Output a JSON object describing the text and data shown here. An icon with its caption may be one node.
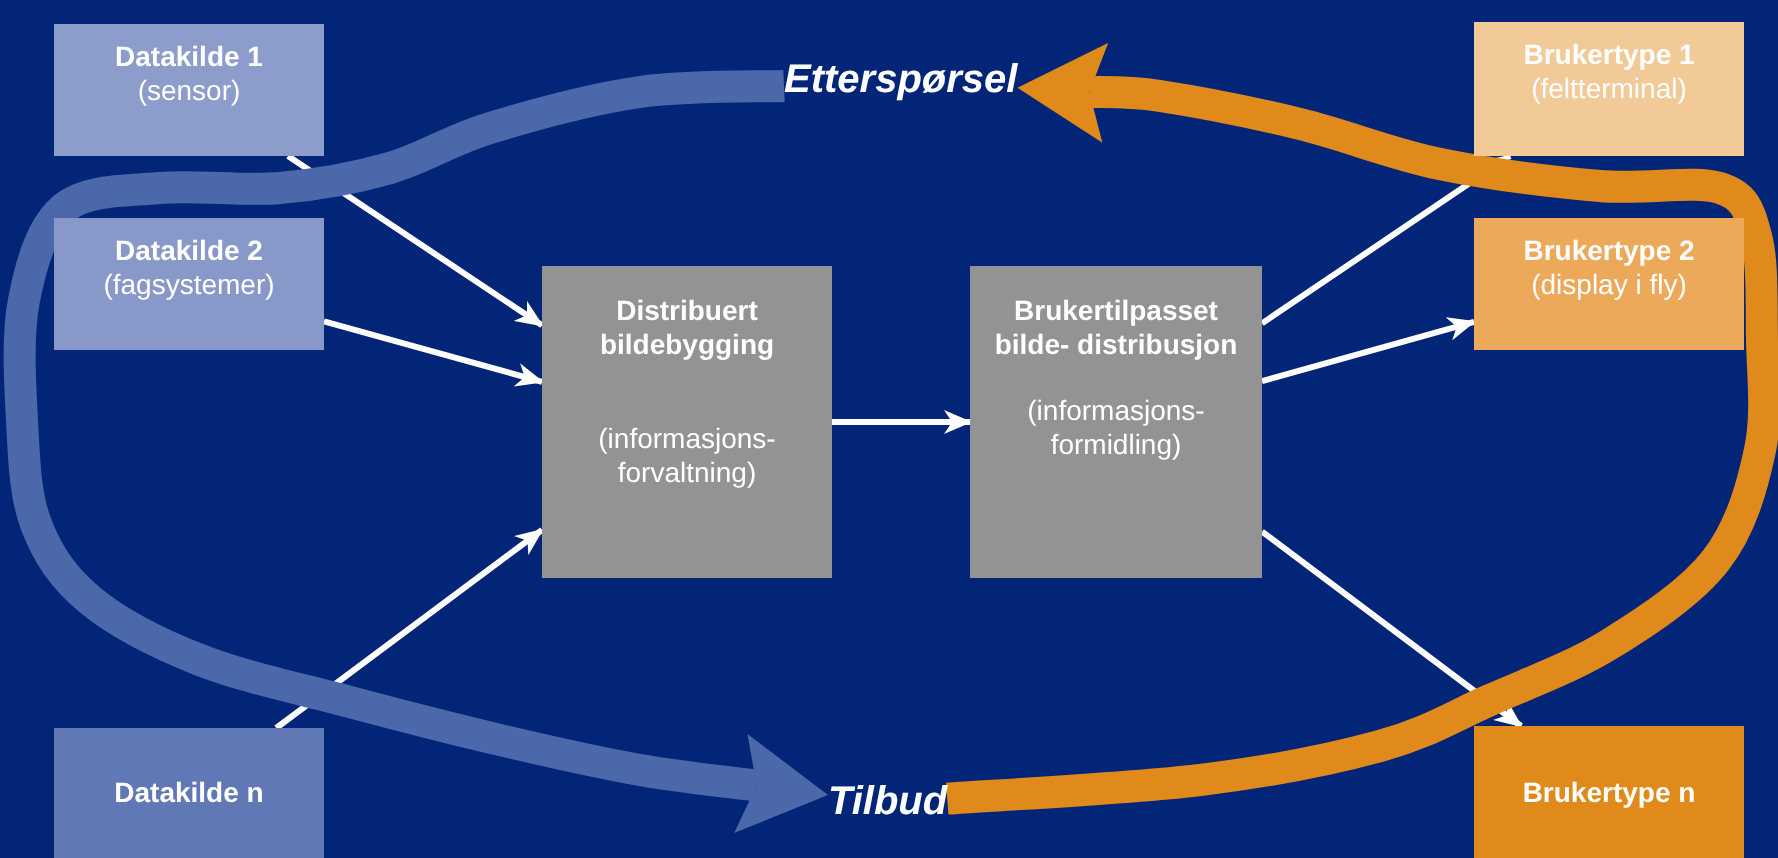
{
  "diagram": {
    "nodes": [
      {
        "text": [
          "Datakilde 1",
          "(sensor)"
        ]
      },
      {
        "text": [
          "Datakilde 2",
          "(fagsystemer)"
        ]
      },
      {
        "text": [
          "Datakilde n"
        ]
      },
      {
        "text": [
          "Distribuert bildebygging",
          "(informasjons- forvaltning)"
        ]
      },
      {
        "text": [
          "Brukertilpasset bilde- distribusjon",
          "(informasjons- formidling)"
        ]
      },
      {
        "text": [
          "Brukertype 1",
          "(feltterminal)"
        ]
      },
      {
        "text": [
          "Brukertype 2",
          "(display i fly)"
        ]
      },
      {
        "text": [
          "Brukertype n"
        ]
      },
      {
        "text": [
          "Etterspørsel"
        ]
      },
      {
        "text": [
          "Tilbud"
        ]
      }
    ],
    "edges": [
      {
        "from": 0,
        "to": 3,
        "arrow": "to"
      },
      {
        "from": 1,
        "to": 3,
        "arrow": "to"
      },
      {
        "from": 2,
        "to": 3,
        "arrow": "to"
      },
      {
        "from": 3,
        "to": 4,
        "arrow": "to"
      },
      {
        "from": 4,
        "to": 5,
        "arrow": "to"
      },
      {
        "from": 4,
        "to": 6,
        "arrow": "to"
      },
      {
        "from": 4,
        "to": 7,
        "arrow": "to"
      },
      {
        "from": 8,
        "to": 9,
        "arrow": "to",
        "style": "thick",
        "color": "#4b68aa"
      },
      {
        "from": 9,
        "to": 8,
        "arrow": "to",
        "style": "thick",
        "color": "#e08a1c"
      }
    ]
  }
}
